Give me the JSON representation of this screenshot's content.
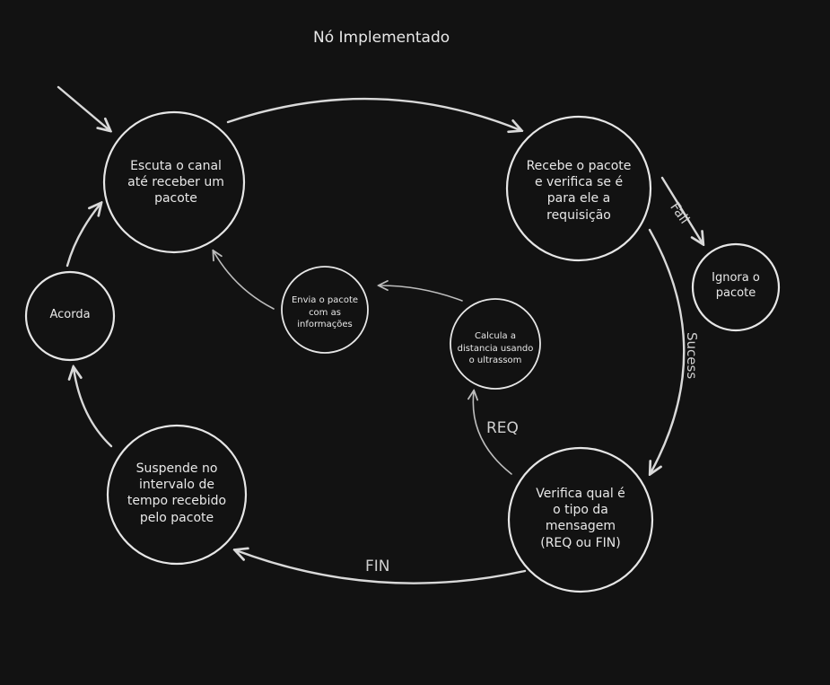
{
  "title": "Nó Implementado",
  "nodes": {
    "listen": "Escuta o canal\naté receber um\npacote",
    "receive": "Recebe o pacote\ne verifica se é\npara ele a\nrequisição",
    "ignore": "Ignora o\npacote",
    "wake": "Acorda",
    "send": "Envia o pacote\ncom as\ninformações",
    "calc": "Calcula a\ndistancia usando\no ultrassom",
    "verify": "Verifica qual é\no tipo da\nmensagem\n(REQ ou FIN)",
    "suspend": "Suspende no\nintervalo de\ntempo recebido\npelo pacote"
  },
  "edges": {
    "fail": "Fail",
    "sucess": "Sucess",
    "req": "REQ",
    "fin": "FIN"
  }
}
